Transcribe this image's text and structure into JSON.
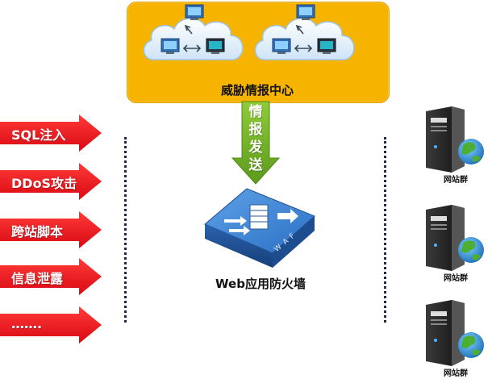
{
  "threat_center": {
    "title": "威胁情报中心"
  },
  "send_arrow": {
    "label_lines": [
      "情",
      "报",
      "发",
      "送"
    ]
  },
  "waf": {
    "label": "Web应用防火墙",
    "badge": "W A F"
  },
  "attacks": [
    {
      "label": "SQL注入"
    },
    {
      "label": "DDoS攻击"
    },
    {
      "label": "跨站脚本"
    },
    {
      "label": "信息泄露"
    },
    {
      "label": "……."
    }
  ],
  "servers": [
    {
      "label": "网站群"
    },
    {
      "label": "网站群"
    },
    {
      "label": "网站群"
    }
  ],
  "colors": {
    "attack_red": "#e8141b",
    "center_orange": "#f6b400",
    "send_green": "#6aa824",
    "waf_blue": "#2a6fc4"
  }
}
